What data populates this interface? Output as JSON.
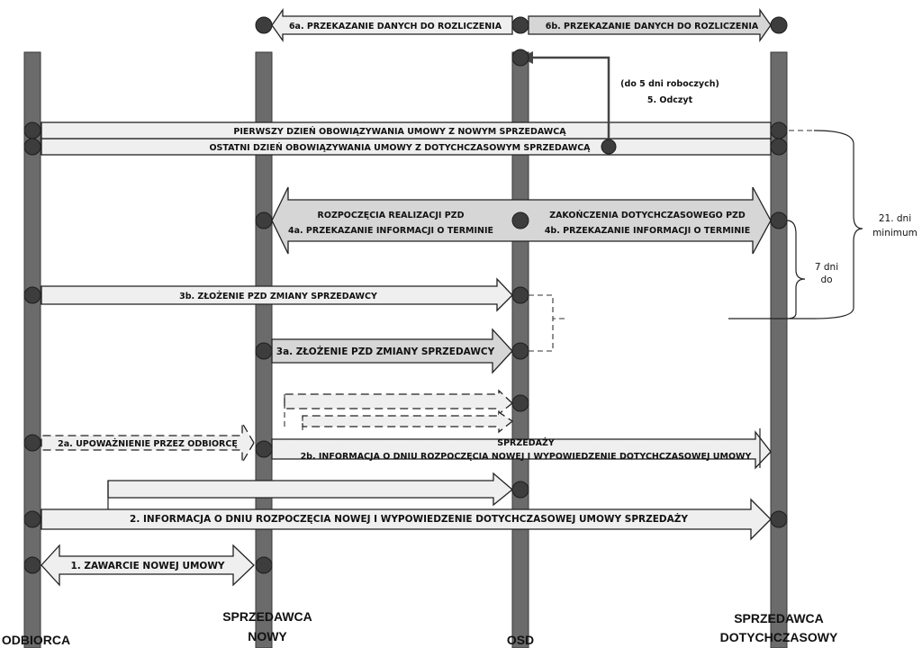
{
  "lanes": {
    "odbiorca": "ODBIORCA",
    "nowy_line1": "SPRZEDAWCA",
    "nowy_line2": "NOWY",
    "osd": "OSD",
    "dotych_line1": "SPRZEDAWCA",
    "dotych_line2": "DOTYCHCZASOWY"
  },
  "steps": {
    "s1": "1. ZAWARCIE NOWEJ UMOWY",
    "s2": "2. INFORMACJA O DNIU ROZPOCZĘCIA NOWEJ I WYPOWIEDZENIE DOTYCHCZASOWEJ UMOWY SPRZEDAŻY",
    "s2a": "2a. UPOWAŻNIENIE PRZEZ ODBIORCĘ",
    "s2b_line1": "2b. INFORMACJA O DNIU ROZPOCZĘCIA NOWEJ I WYPOWIEDZENIE DOTYCHCZASOWEJ UMOWY",
    "s2b_line2": "SPRZEDAŻY",
    "s3a": "3a. ZŁOŻENIE PZD ZMIANY SPRZEDAWCY",
    "s3b": "3b. ZŁOŻENIE PZD ZMIANY SPRZEDAWCY",
    "s4a_line1": "4a. PRZEKAZANIE INFORMACJI O TERMINIE",
    "s4a_line2": "ROZPOCZĘCIA REALIZACJI PZD",
    "s4b_line1": "4b. PRZEKAZANIE INFORMACJI O TERMINIE",
    "s4b_line2": "ZAKOŃCZENIA DOTYCHCZASOWEGO PZD",
    "last_day": "OSTATNI DZIEŃ OBOWIĄZYWANIA UMOWY Z DOTYCHCZASOWYM SPRZEDAWCĄ",
    "first_day": "PIERWSZY DZIEŃ OBOWIĄZYWANIA UMOWY Z NOWYM SPRZEDAWCĄ",
    "s5_line1": "5. Odczyt",
    "s5_line2": "(do 5 dni roboczych)",
    "s6a": "6a. PRZEKAZANIE DANYCH DO ROZLICZENIA",
    "s6b": "6b. PRZEKAZANIE DANYCH DO ROZLICZENIA"
  },
  "notes": {
    "do_7_line1": "do",
    "do_7_line2": "7 dni",
    "min21_line1": "minimum",
    "min21_line2": "21. dni"
  },
  "colors": {
    "lane": "#6b6b6b",
    "dot": "#3d3d3d",
    "arrow_light": "#efefef",
    "arrow_dark": "#c2c2c2"
  }
}
